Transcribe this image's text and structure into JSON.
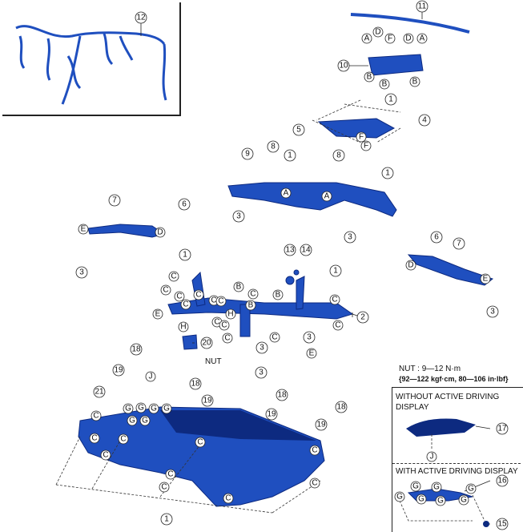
{
  "diagram": {
    "nut_spec": {
      "line1": "NUT : 9—12 N·m",
      "line2": "{92—122 kgf·cm,  80—106 in·lbf}"
    },
    "nut_label": "NUT",
    "variant_without": "WITHOUT ACTIVE DRIVING DISPLAY",
    "variant_with": "WITH ACTIVE DRIVING DISPLAY",
    "callouts": [
      "12",
      "11",
      "10",
      "1",
      "4",
      "5",
      "8",
      "1",
      "8",
      "1",
      "9",
      "3",
      "3",
      "7",
      "6",
      "3",
      "6",
      "7",
      "3",
      "13",
      "14",
      "1",
      "1",
      "2",
      "3",
      "3",
      "3",
      "20",
      "18",
      "19",
      "18",
      "19",
      "18",
      "19",
      "18",
      "19",
      "21",
      "1",
      "17",
      "16",
      "15"
    ],
    "letters": [
      "A",
      "D",
      "F",
      "D",
      "A",
      "B",
      "B",
      "B",
      "F",
      "F",
      "A",
      "A",
      "E",
      "D",
      "D",
      "E",
      "C",
      "C",
      "C",
      "C",
      "C",
      "E",
      "C",
      "C",
      "B",
      "C",
      "B",
      "B",
      "H",
      "C",
      "C",
      "C",
      "C",
      "C",
      "C",
      "E",
      "H",
      "J",
      "G",
      "G",
      "G",
      "G",
      "G",
      "G",
      "C",
      "C",
      "C",
      "C",
      "C",
      "C",
      "C",
      "C",
      "C",
      "C",
      "J",
      "G",
      "G",
      "G",
      "G",
      "G",
      "G",
      "G"
    ],
    "colors": {
      "part": "#1f4fbf",
      "outline": "#0d2a80"
    }
  }
}
